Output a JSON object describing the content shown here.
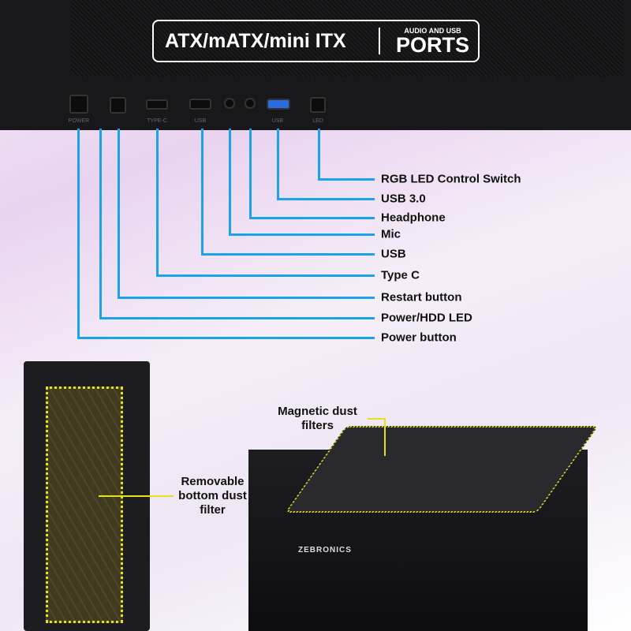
{
  "badge": {
    "formats": "ATX/mATX/mini ITX",
    "ports_small": "AUDIO AND USB",
    "ports_big": "PORTS"
  },
  "port_labels": {
    "power": "POWER",
    "typec": "TYPE-C",
    "usb1": "USB",
    "usb2": "USB",
    "led": "LED"
  },
  "callouts": [
    "RGB LED Control Switch",
    "USB 3.0",
    "Headphone",
    "Mic",
    "USB",
    "Type C",
    "Restart button",
    "Power/HDD LED",
    "Power button"
  ],
  "bottom": {
    "removable": "Removable bottom dust filter",
    "magnetic": "Magnetic dust filters",
    "brand": "ZEBRONICS"
  },
  "colors": {
    "line": "#1aa3e8",
    "filter": "#e6e21a"
  }
}
